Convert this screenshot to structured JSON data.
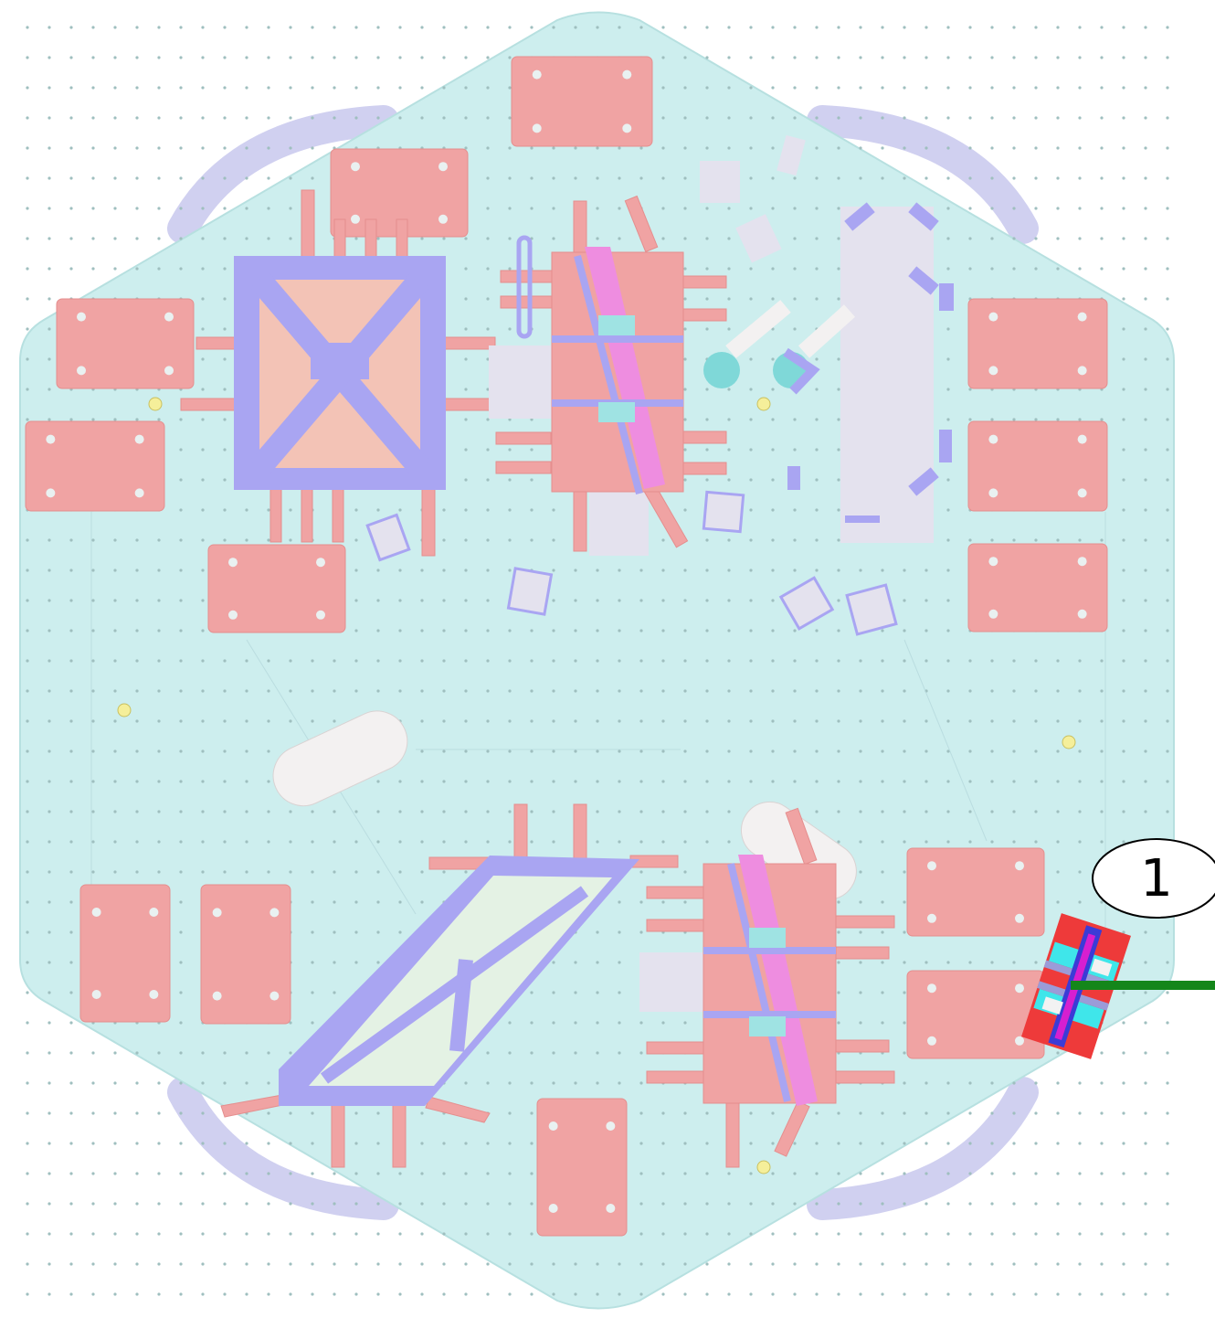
{
  "callout": {
    "number": "1"
  },
  "colors": {
    "table": "#cdeeee",
    "table_dot": "#9fbfbf",
    "plate": "#f0a3a3",
    "plate_stroke": "#e58e8e",
    "frame": "#a9a5f2",
    "frame_fill": "#f3c3b6",
    "bay_panel": "#e4e2ee",
    "optic_pink": "#ee8de0",
    "optic_cyan": "#9fe3e3",
    "highlight_red": "#ee3a3a",
    "highlight_cyan": "#3fe6ea",
    "highlight_blue": "#3b3bd6",
    "highlight_magenta": "#d61fd0",
    "leader": "#14861a"
  },
  "icons": {
    "callout": "numbered-callout-bubble",
    "leader": "leader-line"
  }
}
